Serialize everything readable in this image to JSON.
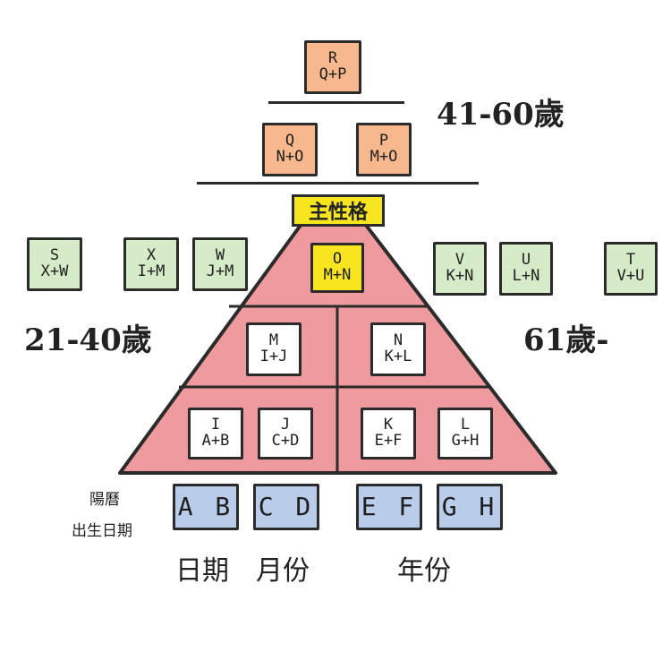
{
  "top_section": {
    "age_label": "41-60歲",
    "boxes": [
      {
        "id": "R",
        "formula": "Q+P"
      },
      {
        "id": "Q",
        "formula": "N+O"
      },
      {
        "id": "P",
        "formula": "M+O"
      }
    ]
  },
  "left_section": {
    "age_label": "21-40歲",
    "boxes": [
      {
        "id": "S",
        "formula": "X+W"
      },
      {
        "id": "X",
        "formula": "I+M"
      },
      {
        "id": "W",
        "formula": "J+M"
      }
    ]
  },
  "right_section": {
    "age_label": "61歲-",
    "boxes": [
      {
        "id": "V",
        "formula": "K+N"
      },
      {
        "id": "U",
        "formula": "L+N"
      },
      {
        "id": "T",
        "formula": "V+U"
      }
    ]
  },
  "pyramid": {
    "title": "主性格",
    "apex": {
      "id": "O",
      "formula": "M+N"
    },
    "middle": [
      {
        "id": "M",
        "formula": "I+J"
      },
      {
        "id": "N",
        "formula": "K+L"
      }
    ],
    "bottom": [
      {
        "id": "I",
        "formula": "A+B"
      },
      {
        "id": "J",
        "formula": "C+D"
      },
      {
        "id": "K",
        "formula": "E+F"
      },
      {
        "id": "L",
        "formula": "G+H"
      }
    ]
  },
  "birth": {
    "label_line1": "陽曆",
    "label_line2": "出生日期",
    "boxes": [
      "A B",
      "C D",
      "E F",
      "G H"
    ],
    "caption_day": "日期",
    "caption_month": "月份",
    "caption_year": "年份"
  },
  "colors": {
    "pyramid_fill": "#ee9a9e",
    "orange": "#f7b88d",
    "green": "#d6ecc9",
    "yellow": "#f7e520",
    "blue": "#b9cdea"
  }
}
